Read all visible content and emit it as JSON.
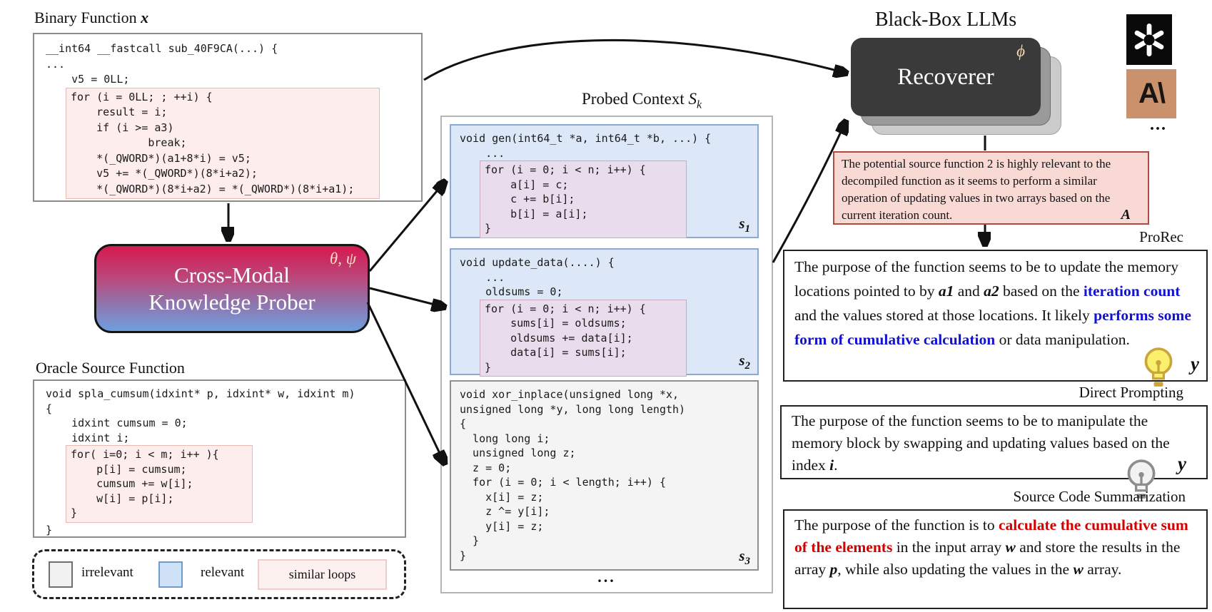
{
  "binary": {
    "title": "Binary Function",
    "title_var": "x",
    "code_pre": [
      "__int64 __fastcall sub_40F9CA(...) {",
      "...",
      "    v5 = 0LL;"
    ],
    "code_similar": [
      "for (i = 0LL; ; ++i) {",
      "    result = i;",
      "    if (i >= a3)",
      "            break;",
      "    *(_QWORD*)(a1+8*i) = v5;",
      "    v5 += *(_QWORD*)(8*i+a2);",
      "    *(_QWORD*)(8*i+a2) = *(_QWORD*)(8*i+a1);"
    ]
  },
  "prober": {
    "line1": "Cross-Modal",
    "line2": "Knowledge Prober",
    "params": "θ, ψ"
  },
  "oracle": {
    "title": "Oracle Source Function",
    "code_pre": [
      "void spla_cumsum(idxint* p, idxint* w, idxint m)",
      "{",
      "    idxint cumsum = 0;",
      "    idxint i;"
    ],
    "code_similar": [
      "for( i=0; i < m; i++ ){",
      "    p[i] = cumsum;",
      "    cumsum += w[i];",
      "    w[i] = p[i];",
      "}"
    ],
    "code_post": [
      "}"
    ]
  },
  "legend": {
    "irrelevant": "irrelevant",
    "relevant": "relevant",
    "similar_loops": "similar loops"
  },
  "probed": {
    "title": "Probed Context",
    "title_var": "S",
    "title_sub": "k",
    "ellipsis": "...",
    "s1": {
      "label_var": "s",
      "label_sub": "1",
      "code_pre": [
        "void gen(int64_t *a, int64_t *b, ...) {",
        "    ..."
      ],
      "code_similar": [
        "for (i = 0; i < n; i++) {",
        "    a[i] = c;",
        "    c += b[i];",
        "    b[i] = a[i];",
        "}"
      ]
    },
    "s2": {
      "label_var": "s",
      "label_sub": "2",
      "code_pre": [
        "void update_data(....) {",
        "    ...",
        "    oldsums = 0;"
      ],
      "code_similar": [
        "for (i = 0; i < n; i++) {",
        "    sums[i] = oldsums;",
        "    oldsums += data[i];",
        "    data[i] = sums[i];",
        "}"
      ]
    },
    "s3": {
      "label_var": "s",
      "label_sub": "3",
      "code_lines": [
        "void xor_inplace(unsigned long *x,",
        "unsigned long *y, long long length)",
        "{",
        "  long long i;",
        "  unsigned long z;",
        "  z = 0;",
        "  for (i = 0; i < length; i++) {",
        "    x[i] = z;",
        "    z ^= y[i];",
        "    y[i] = z;",
        "  }",
        "}"
      ]
    }
  },
  "llm": {
    "title": "Black-Box LLMs",
    "recoverer": "Recoverer",
    "param": "ϕ",
    "anthropic_text": "A\\",
    "more": "..."
  },
  "relevance_note": {
    "text": "The potential source function 2 is highly relevant to the decompiled function as it seems to perform a similar operation of updating values in two arrays based on the current iteration count.",
    "tag": "A"
  },
  "outputs": {
    "prorec": {
      "label": "ProRec",
      "tag": "y",
      "segments": [
        {
          "t": "The purpose of the function seems to be to update the memory locations pointed to by ",
          "s": "n"
        },
        {
          "t": "a1",
          "s": "i"
        },
        {
          "t": " and ",
          "s": "n"
        },
        {
          "t": "a2",
          "s": "i"
        },
        {
          "t": " based on the ",
          "s": "n"
        },
        {
          "t": "iteration count",
          "s": "b"
        },
        {
          "t": " and the values stored at those locations. It likely ",
          "s": "n"
        },
        {
          "t": "performs some form of cumulative calculation",
          "s": "b"
        },
        {
          "t": " or data manipulation.",
          "s": "n"
        }
      ]
    },
    "direct": {
      "label": "Direct Prompting",
      "tag": "y",
      "segments": [
        {
          "t": "The purpose of the function seems to be to manipulate the memory block by swapping and updating values based on the index ",
          "s": "n"
        },
        {
          "t": "i",
          "s": "i"
        },
        {
          "t": ".",
          "s": "n"
        }
      ]
    },
    "scs": {
      "label": "Source Code Summarization",
      "segments": [
        {
          "t": "The purpose of the function is to ",
          "s": "n"
        },
        {
          "t": "calculate the cumulative sum of the elements",
          "s": "r"
        },
        {
          "t": " in the input array ",
          "s": "n"
        },
        {
          "t": "w",
          "s": "i"
        },
        {
          "t": " and store the results in the array ",
          "s": "n"
        },
        {
          "t": "p",
          "s": "i"
        },
        {
          "t": ", while also updating the values in the ",
          "s": "n"
        },
        {
          "t": "w",
          "s": "i"
        },
        {
          "t": " array.",
          "s": "n"
        }
      ]
    }
  },
  "colors": {
    "relevant_fill": "#dce8f8",
    "irrelevant_fill": "#f4f4f4",
    "similar_fill": "#fdedec",
    "emphasis_blue": "#1212cf",
    "emphasis_red": "#d40000",
    "prober_top": "#d6194f",
    "prober_bottom": "#6f9fdf",
    "anthropic_bg": "#c9916c"
  }
}
